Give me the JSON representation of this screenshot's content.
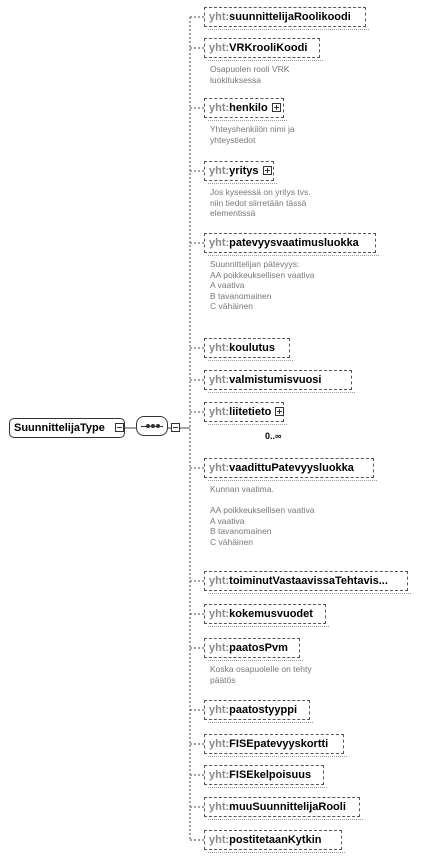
{
  "root": {
    "name": "SuunnittelijaType"
  },
  "prefix": "yht:",
  "elements": [
    {
      "name": "suunnittelijaRoolikoodi",
      "expand": false,
      "description": ""
    },
    {
      "name": "VRKrooliKoodi",
      "expand": false,
      "description": "Osapuolen rooli VRK\nluokituksessa"
    },
    {
      "name": "henkilo",
      "expand": true,
      "description": "Yhteyshenkilön nimi ja\nyhteystiedot"
    },
    {
      "name": "yritys",
      "expand": true,
      "description": "Jos kyseessä on yritys tvs.\nniin tiedot siirretään tässä\nelementissä"
    },
    {
      "name": "patevyysvaatimusluokka",
      "expand": false,
      "description": "Suunnittelijan pätevyys:\nAA poikkeuksellisen vaativa\nA  vaativa\nB tavanomainen\nC vähäinen"
    },
    {
      "name": "koulutus",
      "expand": false,
      "description": ""
    },
    {
      "name": "valmistumisvuosi",
      "expand": false,
      "description": ""
    },
    {
      "name": "liitetieto",
      "expand": true,
      "description": "",
      "occurrence": "0..∞"
    },
    {
      "name": "vaadittuPatevyysluokka",
      "expand": false,
      "description": "Kunnan vaatima.\n\nAA poikkeuksellisen vaativa\nA  vaativa\nB tavanomainen\nC vähäinen"
    },
    {
      "name": "toiminutVastaavissaTehtavis...",
      "expand": false,
      "description": ""
    },
    {
      "name": "kokemusvuodet",
      "expand": false,
      "description": ""
    },
    {
      "name": "paatosPvm",
      "expand": false,
      "description": "Koska osapuolelle on tehty\npäätös"
    },
    {
      "name": "paatostyyppi",
      "expand": false,
      "description": ""
    },
    {
      "name": "FISEpatevyyskortti",
      "expand": false,
      "description": ""
    },
    {
      "name": "FISEkelpoisuus",
      "expand": false,
      "description": ""
    },
    {
      "name": "muuSuunnittelijaRooli",
      "expand": false,
      "description": ""
    },
    {
      "name": "postitetaanKytkin",
      "expand": false,
      "description": ""
    }
  ]
}
